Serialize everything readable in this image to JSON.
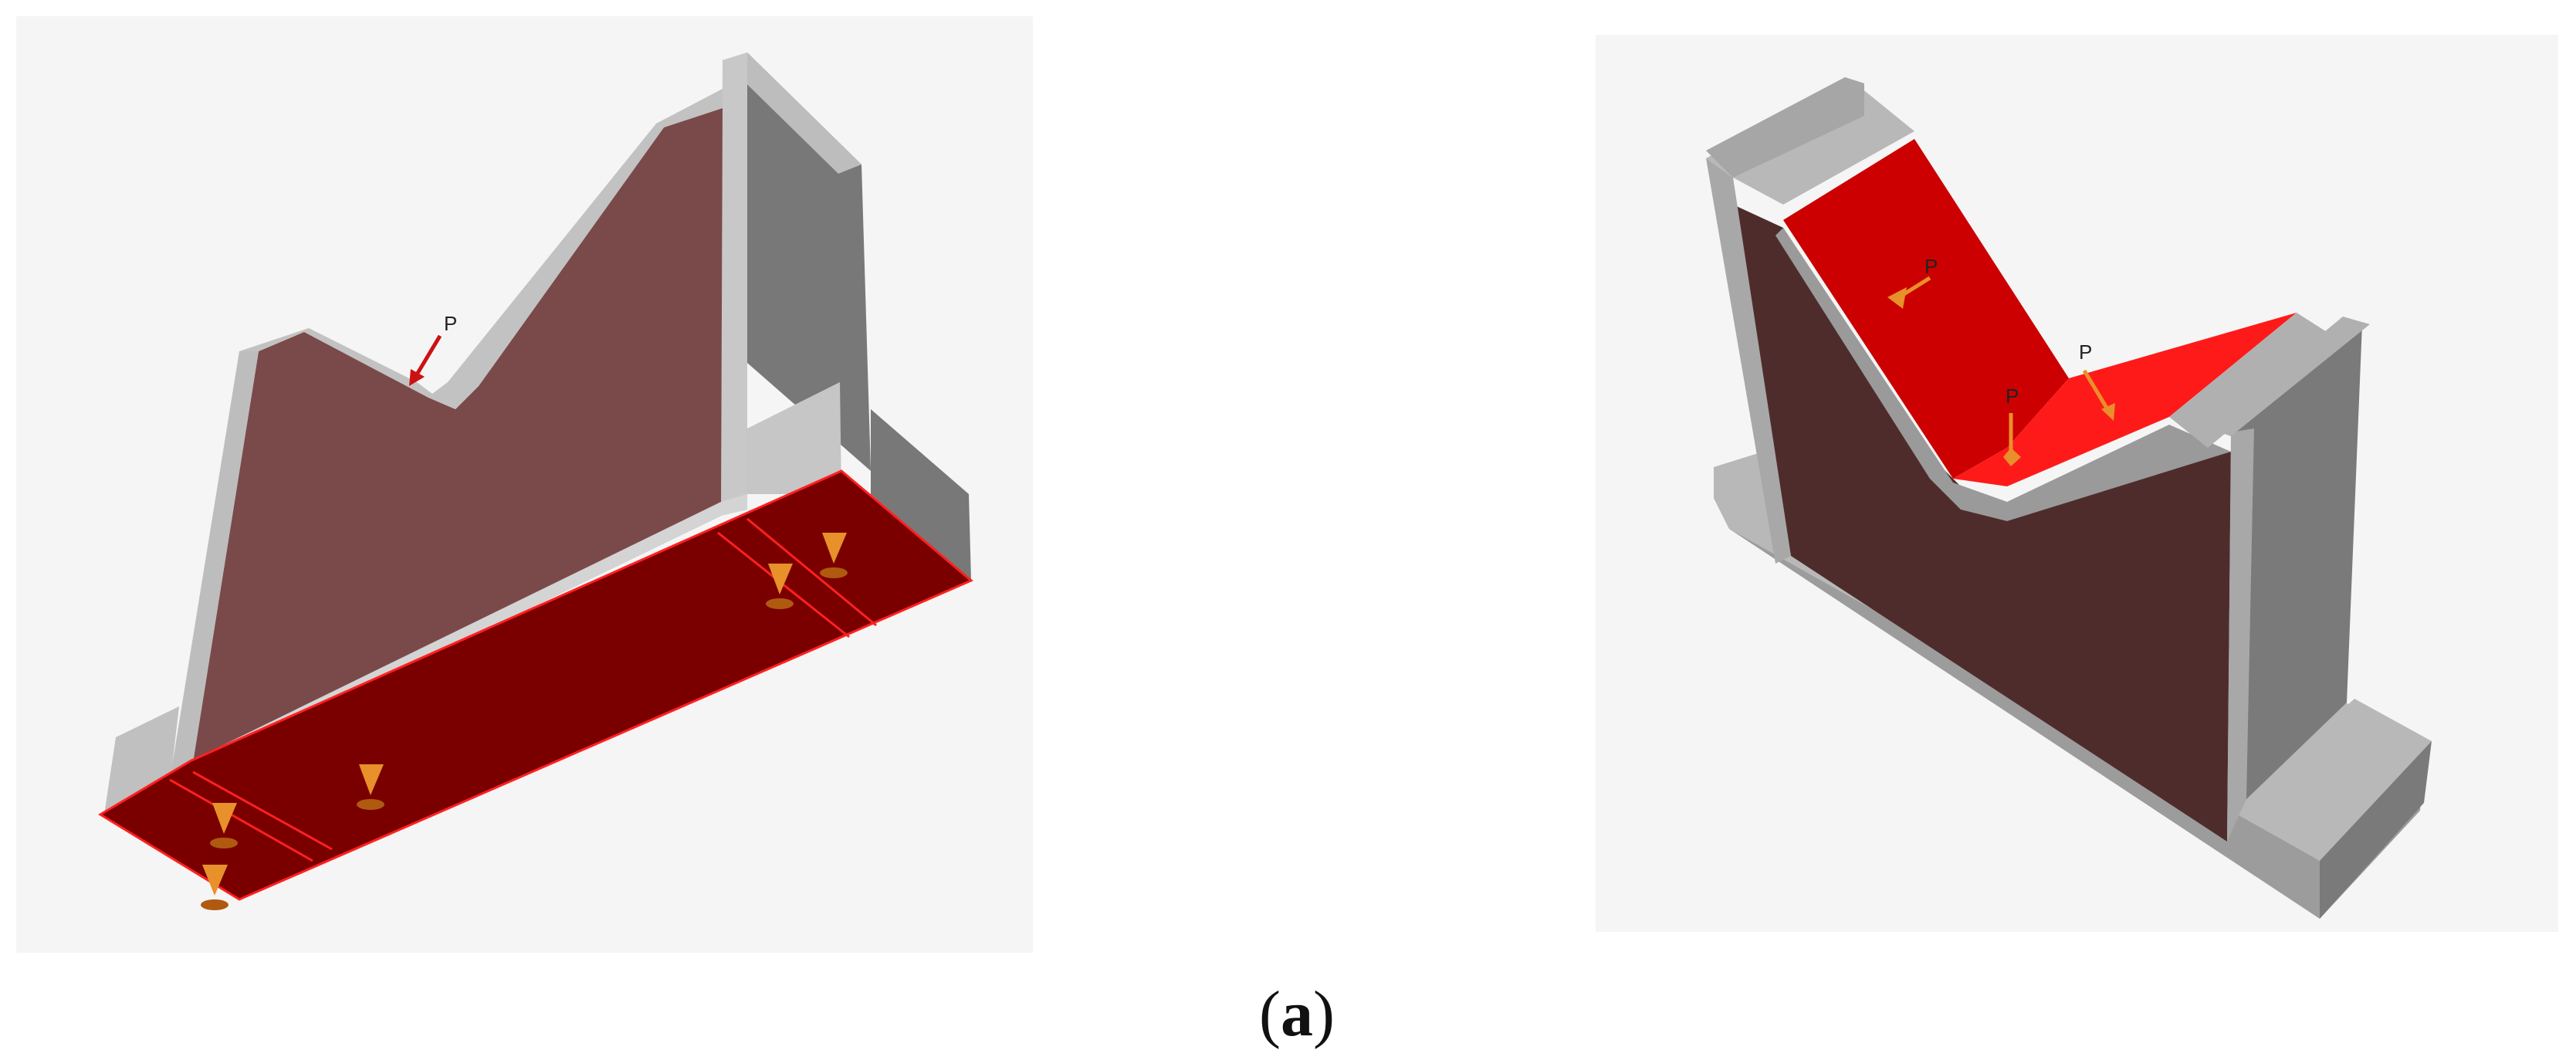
{
  "figure": {
    "caption_open": "(",
    "caption_letter": "a",
    "caption_close": ")"
  },
  "left_model": {
    "load_label": "P",
    "colors": {
      "light_gray": "#c8c8c8",
      "mid_gray": "#a8a8a8",
      "dark_gray": "#787878",
      "wall_face": "#7a4a4a",
      "base_face": "#7a0000",
      "highlight": "#ff2020",
      "arrow": "#cc1111",
      "support": "#e8902a"
    }
  },
  "right_model": {
    "load_label_1": "P",
    "load_label_2": "P",
    "load_label_3": "P",
    "colors": {
      "light_gray": "#b8b8b8",
      "mid_gray": "#9c9c9c",
      "dark_gray": "#7a7a7a",
      "side_face": "#4f2c2c",
      "loaded_face": "#cc0000",
      "loaded_face_bright": "#ff1a1a",
      "arrow": "#e8902a"
    }
  }
}
